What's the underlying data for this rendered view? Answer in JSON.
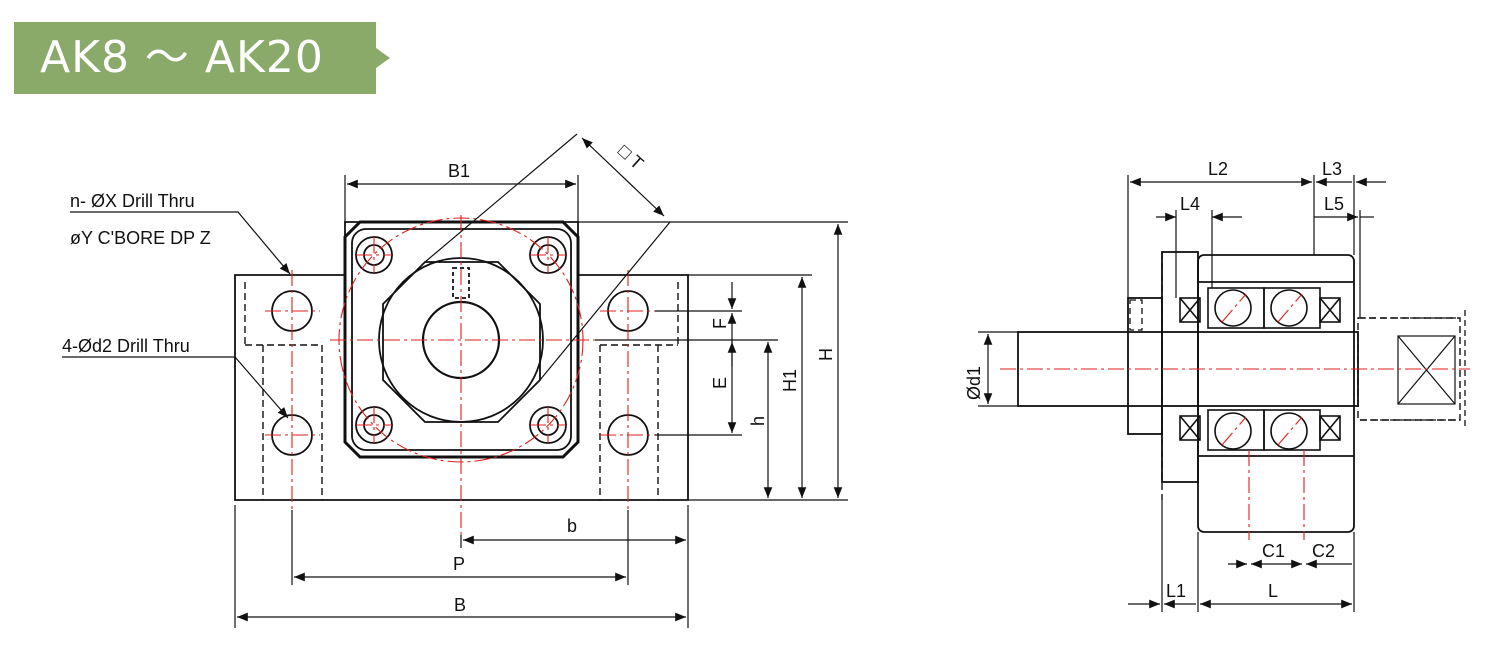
{
  "header": {
    "title": "AK8 ～ AK20",
    "accent_color": "#8aaa6a"
  },
  "front_view": {
    "dims": {
      "B1": "B1",
      "T": "□ T",
      "F": "F",
      "E": "E",
      "h": "h",
      "H1": "H1",
      "H": "H",
      "b": "b",
      "P": "P",
      "B": "B"
    },
    "callouts": {
      "drill1": "n- ØX Drill Thru",
      "drill2": "øY C'BORE DP Z",
      "drill3": "4-Ød2 Drill Thru"
    }
  },
  "side_view": {
    "dims": {
      "L2": "L2",
      "L3": "L3",
      "L4": "L4",
      "L5": "L5",
      "d1": "Ød1",
      "C1": "C1",
      "C2": "C2",
      "L1": "L1",
      "L": "L"
    }
  },
  "colors": {
    "line": "#111111",
    "center_line": "#e0201c"
  }
}
